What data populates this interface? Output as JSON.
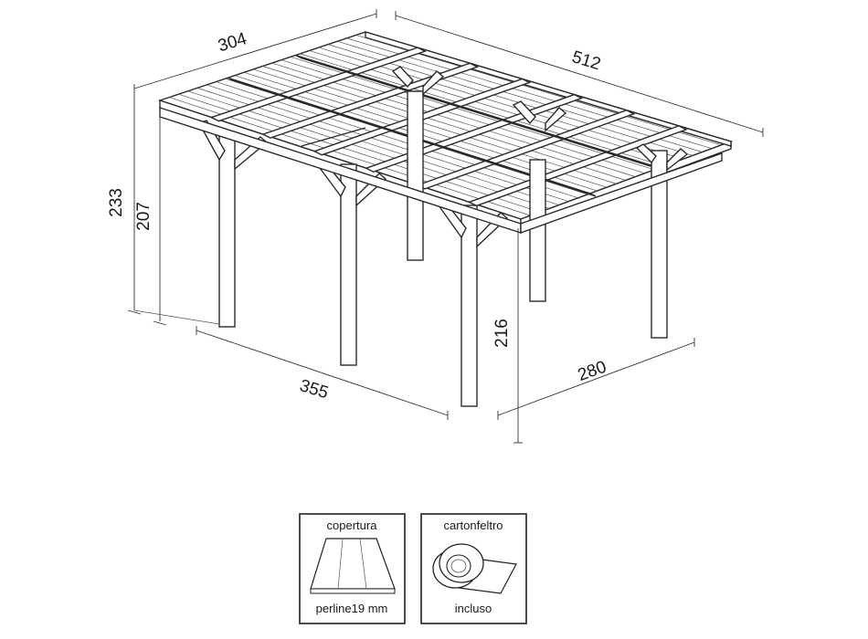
{
  "dimensions": {
    "roof_depth": "304",
    "roof_length": "512",
    "height_total": "233",
    "height_eave": "207",
    "height_clear": "216",
    "post_spacing_length": "355",
    "post_spacing_width": "280"
  },
  "legend": {
    "roof_box": {
      "title": "copertura",
      "caption": "perline19 mm"
    },
    "felt_box": {
      "title": "cartonfeltro",
      "caption": "incluso"
    }
  }
}
